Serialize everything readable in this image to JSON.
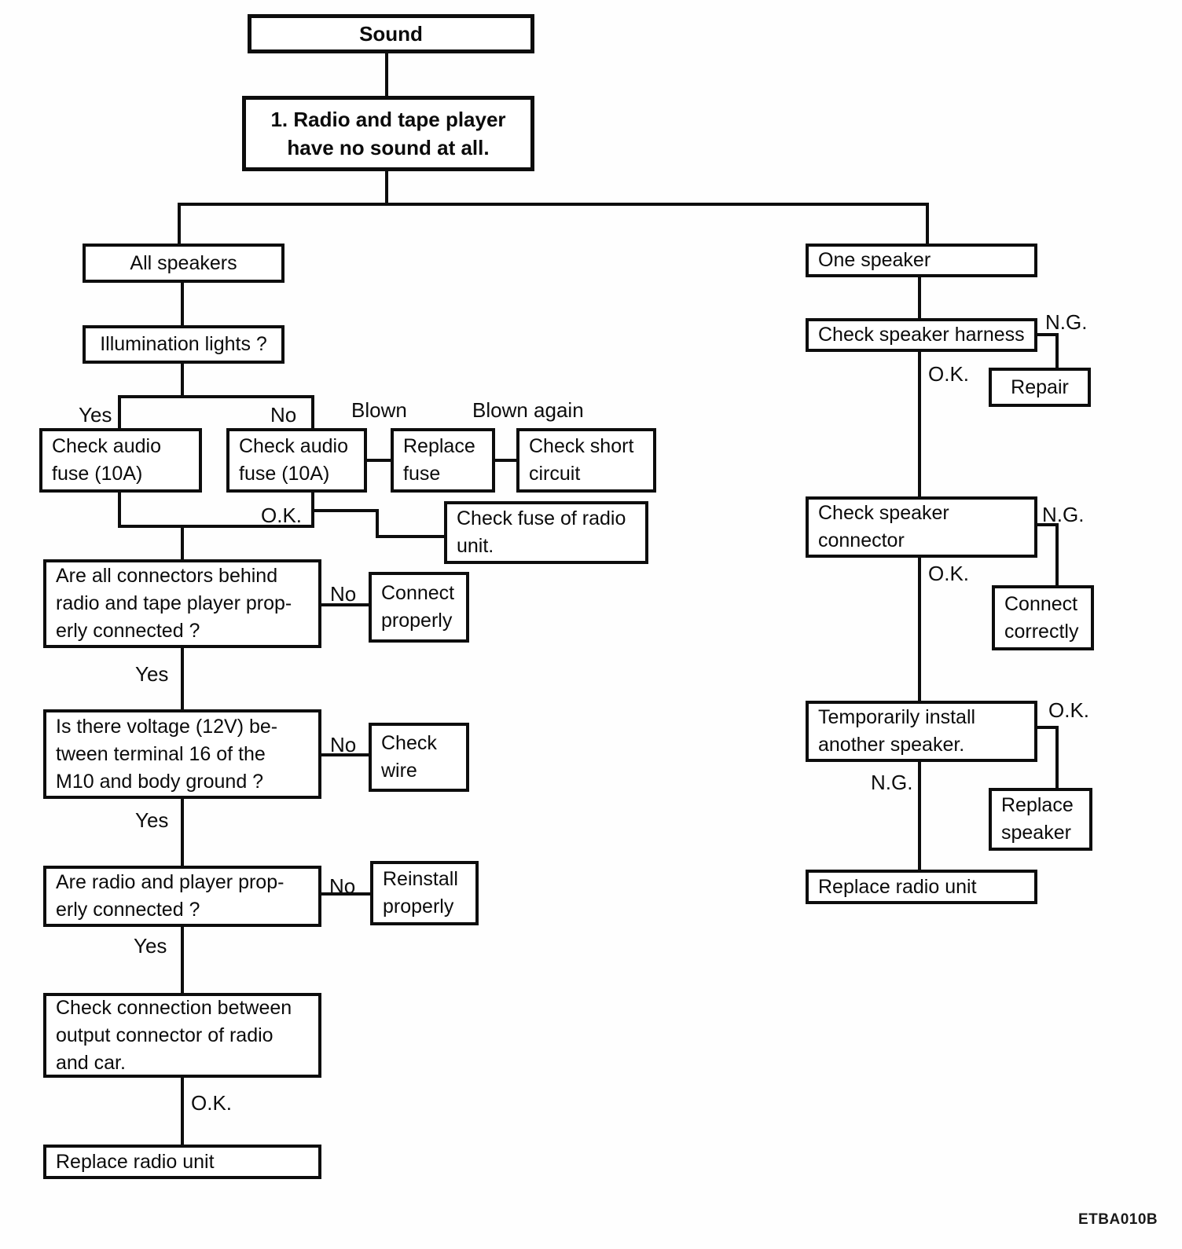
{
  "footer_code": "ETBA010B",
  "nodes": {
    "sound": "Sound",
    "symptom": [
      "1. Radio and tape player",
      "have no sound at all."
    ],
    "all_speakers": "All speakers",
    "illumination_lights": "Illumination lights ?",
    "check_audio_fuse_yes": [
      "Check audio",
      "fuse (10A)"
    ],
    "check_audio_fuse_no": [
      "Check audio",
      "fuse (10A)"
    ],
    "replace_fuse": [
      "Replace",
      "fuse"
    ],
    "check_short_circuit": [
      "Check short",
      "circuit"
    ],
    "check_fuse_of_radio_unit": [
      "Check fuse of radio",
      "unit."
    ],
    "connectors_question": [
      "Are all connectors behind",
      "radio and tape player prop-",
      "erly connected ?"
    ],
    "connect_properly": [
      "Connect",
      "properly"
    ],
    "voltage_question": [
      "Is there voltage (12V) be-",
      "tween terminal 16 of the",
      "M10 and body ground ?"
    ],
    "check_wire": [
      "Check",
      "wire"
    ],
    "radio_player_question": [
      "Are radio and player prop-",
      "erly connected ?"
    ],
    "reinstall_properly": [
      "Reinstall",
      "properly"
    ],
    "check_connection": [
      "Check connection between",
      "output connector of radio",
      "and car."
    ],
    "replace_radio_unit_left": "Replace radio unit",
    "one_speaker": "One speaker",
    "check_speaker_harness": "Check speaker harness",
    "repair": "Repair",
    "check_speaker_connector": [
      "Check speaker",
      "connector"
    ],
    "connect_correctly": [
      "Connect",
      "correctly"
    ],
    "temporarily_install": [
      "Temporarily install",
      "another speaker."
    ],
    "replace_speaker": [
      "Replace",
      "speaker"
    ],
    "replace_radio_unit_right": "Replace radio unit"
  },
  "edge_labels": {
    "illum_yes": "Yes",
    "illum_no": "No",
    "blown": "Blown",
    "blown_again": "Blown again",
    "fuse_ok": "O.K.",
    "connectors_no": "No",
    "connectors_yes": "Yes",
    "voltage_no": "No",
    "voltage_yes": "Yes",
    "radio_player_no": "No",
    "radio_player_yes": "Yes",
    "connection_ok": "O.K.",
    "harness_ng": "N.G.",
    "harness_ok": "O.K.",
    "connector_ng": "N.G.",
    "connector_ok": "O.K.",
    "temp_ok": "O.K.",
    "temp_ng": "N.G."
  }
}
